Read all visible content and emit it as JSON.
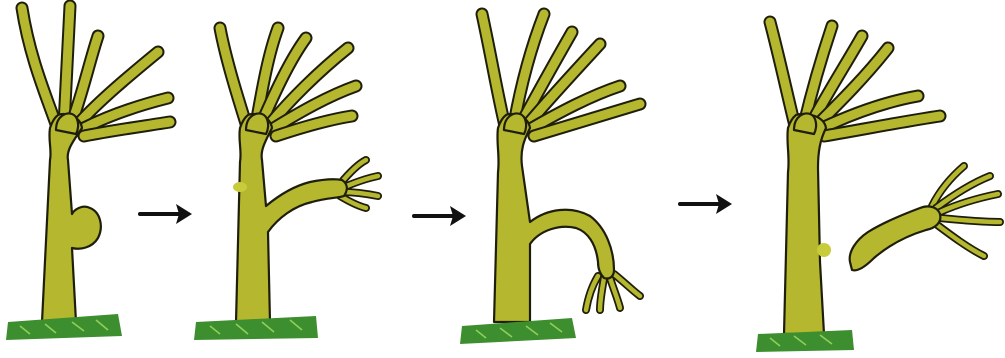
{
  "figure": {
    "stages": [
      {
        "id": 1,
        "description_visible": false
      },
      {
        "id": 2,
        "description_visible": false
      },
      {
        "id": 3,
        "description_visible": false
      },
      {
        "id": 4,
        "description_visible": false
      }
    ],
    "arrows": 3,
    "colors": {
      "body": "#b5b72f",
      "outline": "#1e1e0a",
      "ground": "#3d8e2e",
      "arrow": "#111111"
    }
  }
}
